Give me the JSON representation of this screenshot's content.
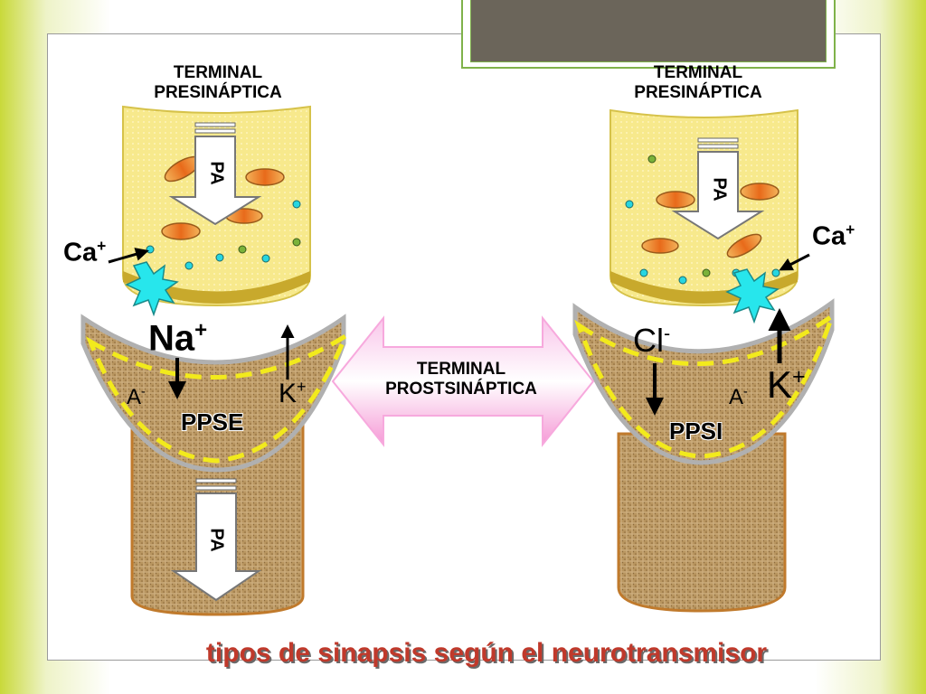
{
  "left": {
    "presynaptic_label_line1": "TERMINAL",
    "presynaptic_label_line2": "PRESINÁPTICA",
    "pa_top": "PA",
    "pa_bottom": "PA",
    "ca_label": "Ca",
    "ca_charge": "+",
    "na_label": "Na",
    "na_charge": "+",
    "k_label": "K",
    "k_charge": "+",
    "a_label": "A",
    "a_charge": "-",
    "potential_label": "PPSE"
  },
  "right": {
    "presynaptic_label_line1": "TERMINAL",
    "presynaptic_label_line2": "PRESINÁPTICA",
    "pa_top": "PA",
    "ca_label": "Ca",
    "ca_charge": "+",
    "cl_label": "Cl",
    "cl_charge": "-",
    "k_label": "K",
    "k_charge": "+",
    "a_label": "A",
    "a_charge": "-",
    "potential_label": "PPSI"
  },
  "center": {
    "postsynaptic_label_line1": "TERMINAL",
    "postsynaptic_label_line2": "PROSTSINÁPTICA"
  },
  "title": "tipos de sinapsis según el neurotransmisor",
  "colors": {
    "presynaptic_fill": "#f7e98c",
    "postsynaptic_fill": "#b8955f",
    "vesicle": "#e8832a",
    "burst": "#27e0e6",
    "dashed_line": "#f2ea1c",
    "double_arrow": "#f7a9dd",
    "title": "#c0392b",
    "accent": "#7fb24a"
  }
}
